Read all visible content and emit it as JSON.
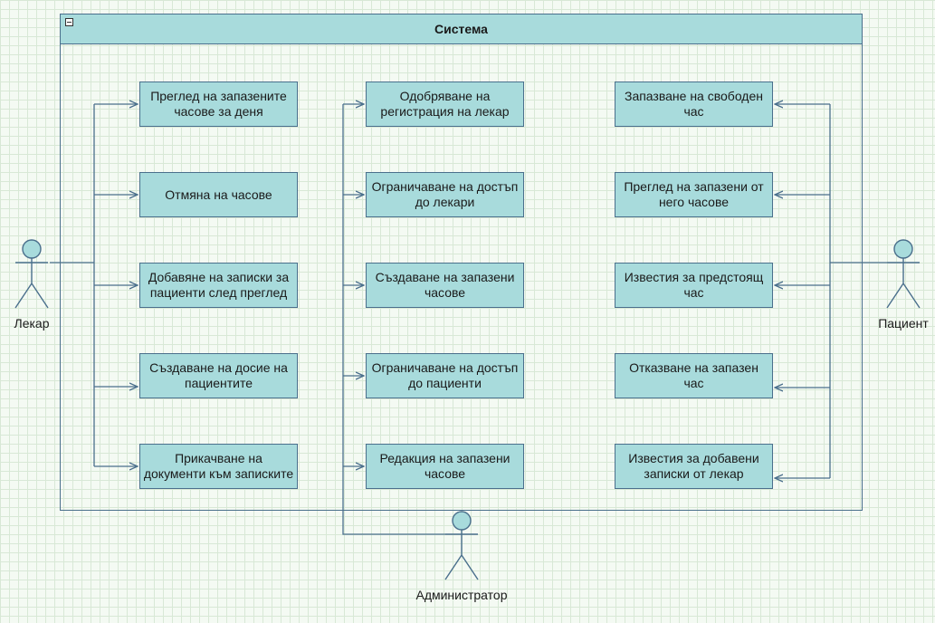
{
  "system": {
    "title": "Система"
  },
  "actors": {
    "doctor": "Лекар",
    "patient": "Пациент",
    "admin": "Администратор"
  },
  "use_cases": {
    "doctor": [
      "Преглед на запазените часове за деня",
      "Отмяна на часове",
      "Добавяне на записки за пациенти след преглед",
      "Създаване на досие на пациентите",
      "Прикачване на документи към записките"
    ],
    "admin": [
      "Одобряване на регистрация на лекар",
      "Ограничаване на достъп до лекари",
      "Създаване на запазени часове",
      "Ограничаване на достъп до пациенти",
      "Редакция на запазени часове"
    ],
    "patient": [
      "Запазване на свободен час",
      "Преглед на запазени от него часове",
      "Известия за предстоящ час",
      "Отказване на запазен час",
      "Известия за добавени записки от лекар"
    ]
  },
  "colors": {
    "box_fill": "#a8dbdc",
    "stroke": "#4a6f8c",
    "background": "#f4faf3"
  }
}
